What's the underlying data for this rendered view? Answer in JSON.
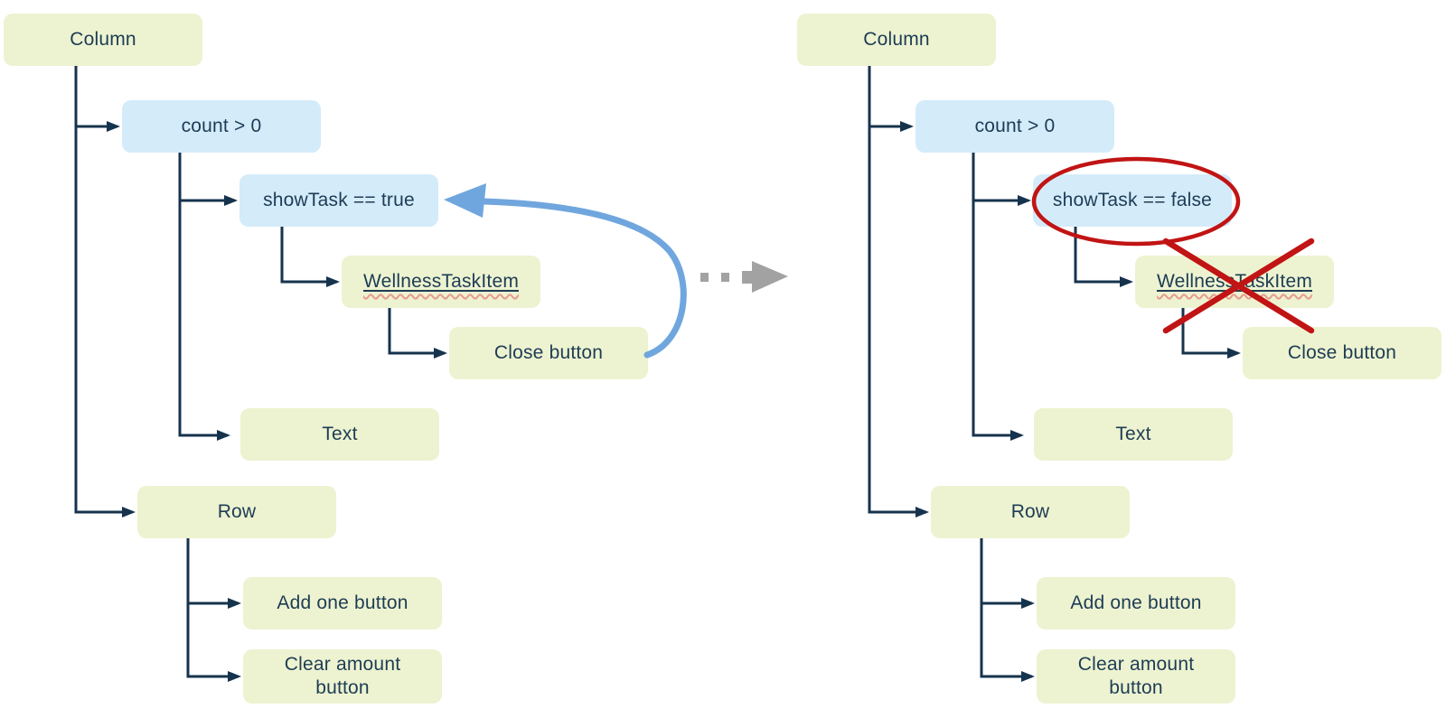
{
  "colors": {
    "green_node": "#edf3d0",
    "blue_node": "#d4ebfa",
    "line": "#16334d",
    "text": "#1d3c55",
    "accent_blue": "#70a6de",
    "gray_arrow": "#a2a2a2",
    "red": "#c11414",
    "spellcheck_red": "#e89a8e"
  },
  "before_tree": {
    "column": "Column",
    "count_condition": "count > 0",
    "show_task_condition": "showTask == true",
    "wellness_task_item": "WellnessTaskItem",
    "close_button": "Close button",
    "text": "Text",
    "row": "Row",
    "add_one_button": "Add one button",
    "clear_amount_button": "Clear amount button"
  },
  "after_tree": {
    "column": "Column",
    "count_condition": "count > 0",
    "show_task_condition": "showTask == false",
    "wellness_task_item": "WellnessTaskItem",
    "close_button": "Close button",
    "text": "Text",
    "row": "Row",
    "add_one_button": "Add one button",
    "clear_amount_button": "Clear amount button"
  },
  "annotations": {
    "recomposition_arrow": "blue curved arrow from Close button to showTask condition",
    "transition_arrow": "gray dashed arrow pointing right",
    "highlight_circle": "red ellipse around showTask == false",
    "removed_cross": "red X over WellnessTaskItem"
  }
}
